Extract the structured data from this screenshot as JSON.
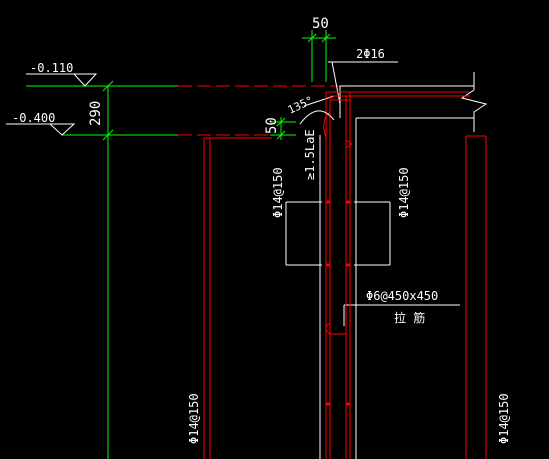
{
  "drawing": {
    "colors": {
      "background": "#000000",
      "line": "#ffffff",
      "dimension": "#00ff00",
      "rebar": "#ff0000",
      "dashed_red": "#ff0000",
      "text": "#ffffff"
    },
    "labels": {
      "dim_50_top": "50",
      "top_bar": "2Φ16",
      "elev_top": "-0.110",
      "elev_bottom": "-0.400",
      "dim_290": "290",
      "angle_135": "135°",
      "dim_50_left": "50",
      "anchor_length": "≥1.5LaE",
      "vert_bar_left": "Φ14@150",
      "vert_bar_right": "Φ14@150",
      "stirrup": "Φ6@450x450",
      "stirrup_note": "拉 筋",
      "bottom_left_bar": "Φ14@150",
      "bottom_right_bar": "Φ14@150"
    }
  }
}
